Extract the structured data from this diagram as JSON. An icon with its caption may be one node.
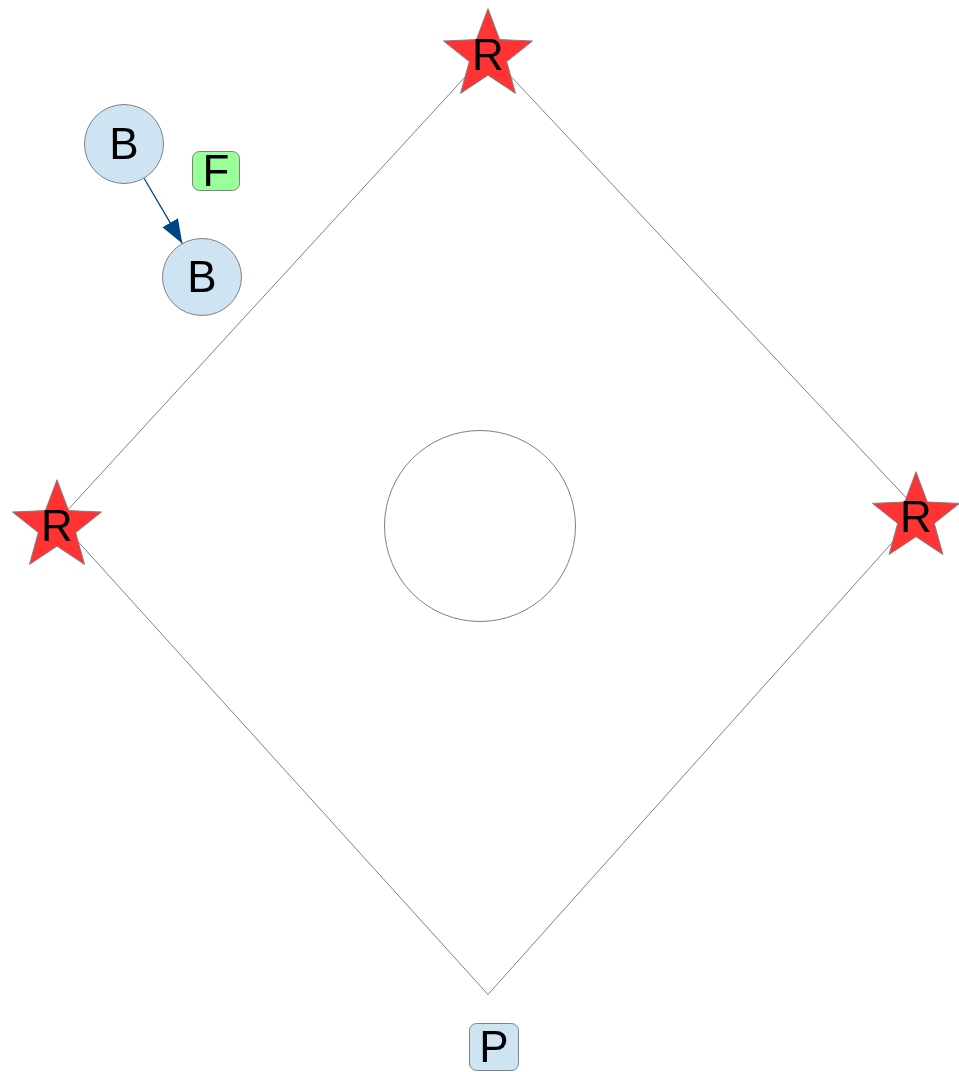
{
  "diagram": {
    "nodes": [
      {
        "text": [
          "R"
        ]
      },
      {
        "text": [
          "B"
        ]
      },
      {
        "text": [
          "F"
        ]
      },
      {
        "text": [
          "B"
        ]
      },
      {
        "text": [],
        "shape": "diamond"
      },
      {
        "text": [
          "R"
        ]
      },
      {
        "text": [
          "R"
        ]
      },
      {
        "text": [],
        "shape": "circle",
        "in": 4
      },
      {
        "text": [
          "P"
        ]
      }
    ],
    "edges": [
      {
        "from": 1,
        "to": 3,
        "arrow": "to",
        "color": "#004586"
      }
    ]
  }
}
